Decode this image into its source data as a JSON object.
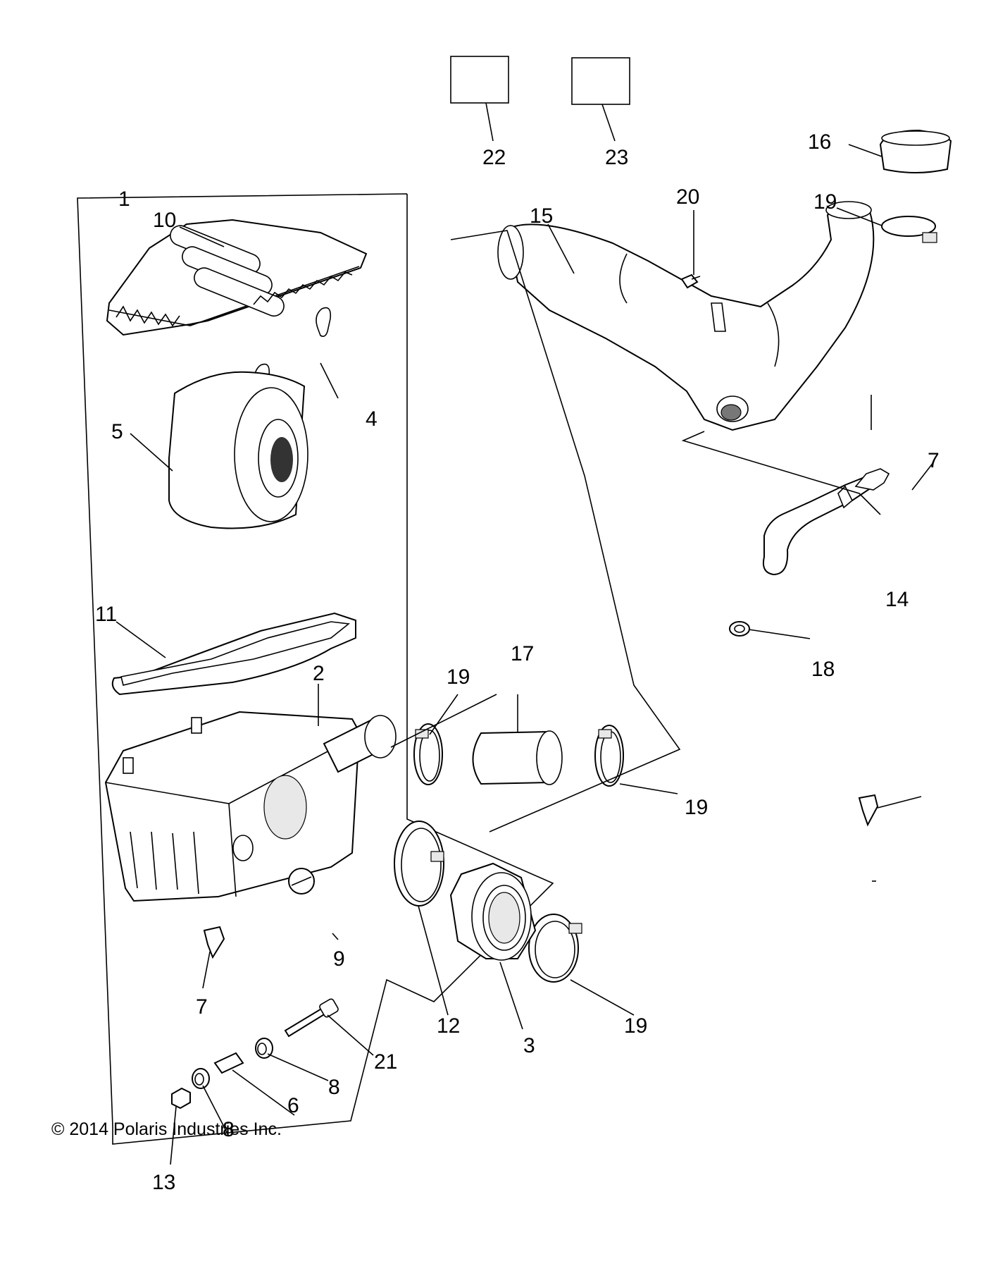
{
  "callouts": [
    {
      "id": "1",
      "label": "1"
    },
    {
      "id": "2",
      "label": "2"
    },
    {
      "id": "3",
      "label": "3"
    },
    {
      "id": "4",
      "label": "4"
    },
    {
      "id": "5",
      "label": "5"
    },
    {
      "id": "6",
      "label": "6"
    },
    {
      "id": "7a",
      "label": "7"
    },
    {
      "id": "7b",
      "label": "7"
    },
    {
      "id": "8a",
      "label": "8"
    },
    {
      "id": "8b",
      "label": "8"
    },
    {
      "id": "9",
      "label": "9"
    },
    {
      "id": "10",
      "label": "10"
    },
    {
      "id": "11",
      "label": "11"
    },
    {
      "id": "12",
      "label": "12"
    },
    {
      "id": "13",
      "label": "13"
    },
    {
      "id": "14",
      "label": "14"
    },
    {
      "id": "15",
      "label": "15"
    },
    {
      "id": "16",
      "label": "16"
    },
    {
      "id": "17",
      "label": "17"
    },
    {
      "id": "18",
      "label": "18"
    },
    {
      "id": "19a",
      "label": "19"
    },
    {
      "id": "19b",
      "label": "19"
    },
    {
      "id": "19c",
      "label": "19"
    },
    {
      "id": "19d",
      "label": "19"
    },
    {
      "id": "20",
      "label": "20"
    },
    {
      "id": "21",
      "label": "21"
    },
    {
      "id": "22",
      "label": "22"
    },
    {
      "id": "23",
      "label": "23"
    }
  ],
  "copyright": "© 2014 Polaris Industries Inc."
}
